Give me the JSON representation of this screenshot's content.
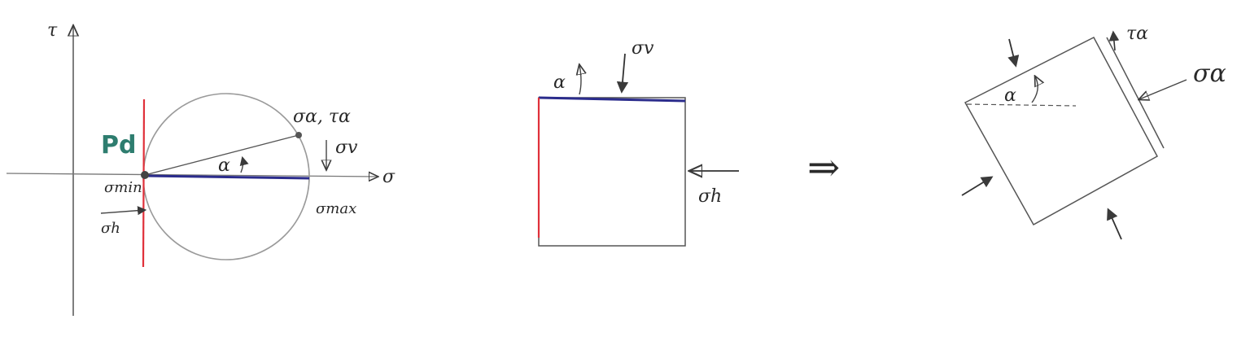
{
  "colors": {
    "ink": "#3a3a3a",
    "pole_line": "#e0303a",
    "diameter": "#2b2c8c",
    "circle": "#9a9a9a",
    "pd_label": "#2e7d6f"
  },
  "mohr": {
    "axis_tau_label": "τ",
    "axis_sigma_label": "σ",
    "pd_label": "Pd",
    "point_label": "σα, τα",
    "sigma_v_label": "σv",
    "alpha_label": "α",
    "sigma_min_label": "σmin",
    "sigma_max_label": "σmax",
    "sigma_h_label": "σh"
  },
  "element": {
    "alpha_label": "α",
    "sigma_v_label": "σv",
    "sigma_h_label": "σh"
  },
  "implies_symbol": "⇒",
  "rotated": {
    "alpha_label": "α",
    "tau_label": "τα",
    "sigma_label": "σα"
  }
}
